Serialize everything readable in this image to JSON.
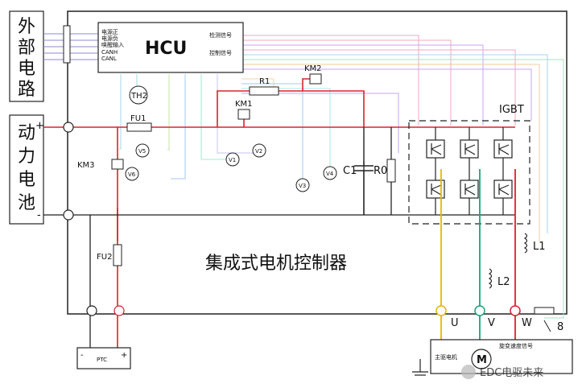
{
  "labels": {
    "external_circuit": [
      "外",
      "部",
      "电",
      "路"
    ],
    "battery": [
      "动",
      "力",
      "电",
      "池"
    ],
    "hcu": "HCU",
    "hcu_inputs": [
      "电源正",
      "电源负",
      "唤醒输入",
      "CANH",
      "CANL"
    ],
    "detect_signal": "检测信号",
    "control_signal": "控制信号",
    "th2": "TH2",
    "r1": "R1",
    "km1": "KM1",
    "km2": "KM2",
    "km3": "KM3",
    "fu1": "FU1",
    "fu2": "FU2",
    "igbt": "IGBT",
    "c1": "C1",
    "r0": "R0",
    "v1": "V1",
    "v2": "V2",
    "v3": "V3",
    "v4": "V4",
    "v5": "V5",
    "v6": "V6",
    "l1": "L1",
    "l2": "L2",
    "u": "U",
    "v": "V",
    "w": "W",
    "num_8": "8",
    "ptc": "PTC",
    "motor": "主驱电机",
    "motor_symbol": "M",
    "speed_signal": "旋变速度信号",
    "controller": "集成式电机控制器",
    "plus": "+",
    "minus": "-",
    "watermark": "EDC电驱未来"
  },
  "colors": {
    "power_line": "#d9232e",
    "ground_line": "#222222",
    "phase_u": "#e6b800",
    "phase_v": "#1aa37a",
    "phase_w": "#d9232e"
  }
}
